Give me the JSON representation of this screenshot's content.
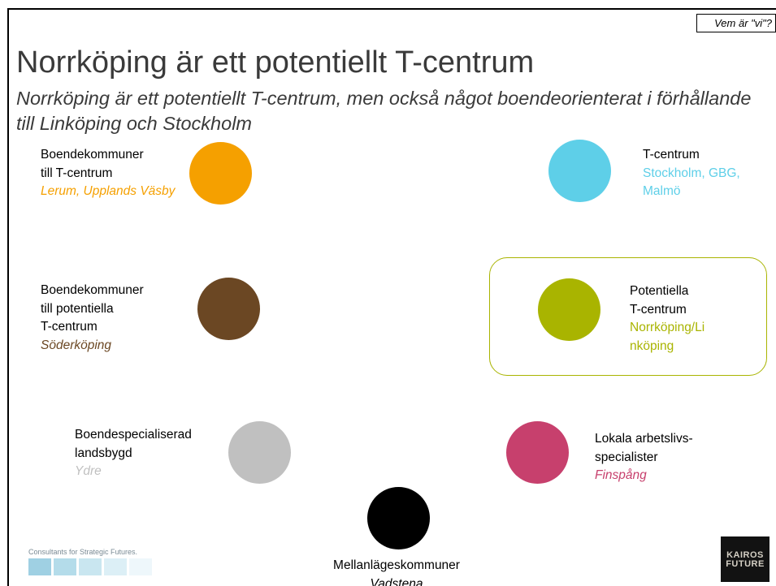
{
  "slide": {
    "tag": "Vem är \"vi\"?",
    "title": "Norrköping är ett potentiellt T-centrum",
    "subtitle": "Norrköping är ett potentiellt T-centrum, men också något boendeorienterat i förhållande till Linköping och Stockholm"
  },
  "categories": [
    {
      "name_line1": "Boendekommuner",
      "name_line2": "till T-centrum",
      "example": "Lerum, Upplands Väsby",
      "color": "#f5a000"
    },
    {
      "name_line1": "T-centrum",
      "example": "Stockholm, GBG, Malmö",
      "color": "#5ecfe8"
    },
    {
      "name_line1": "Boendekommuner",
      "name_line2": "till potentiella",
      "name_line3": "T-centrum",
      "example": "Söderköping",
      "color": "#6b4723"
    },
    {
      "name_line1": "Potentiella",
      "name_line2": "T-centrum",
      "example_line1": "Norrköping/Li",
      "example_line2": "nköping",
      "color": "#a9b400"
    },
    {
      "name_line1": "Boendespecialiserad",
      "name_line2": "landsbygd",
      "example": "Ydre",
      "color": "#c0c0c0"
    },
    {
      "name_line1": "Lokala arbetslivs-",
      "name_line2": "specialister",
      "example": "Finspång",
      "color": "#c7406d"
    },
    {
      "name_line1": "Mellanlägeskommuner",
      "example": "Vadstena",
      "color": "#000000"
    }
  ],
  "footer": {
    "tagline": "Consultants for Strategic Futures.",
    "swatch_colors": [
      "#9fd0e3",
      "#b4dcea",
      "#c9e6f0",
      "#dceff6",
      "#eef7fb"
    ],
    "logo_line1": "KAIROS",
    "logo_line2": "FUTURE"
  }
}
